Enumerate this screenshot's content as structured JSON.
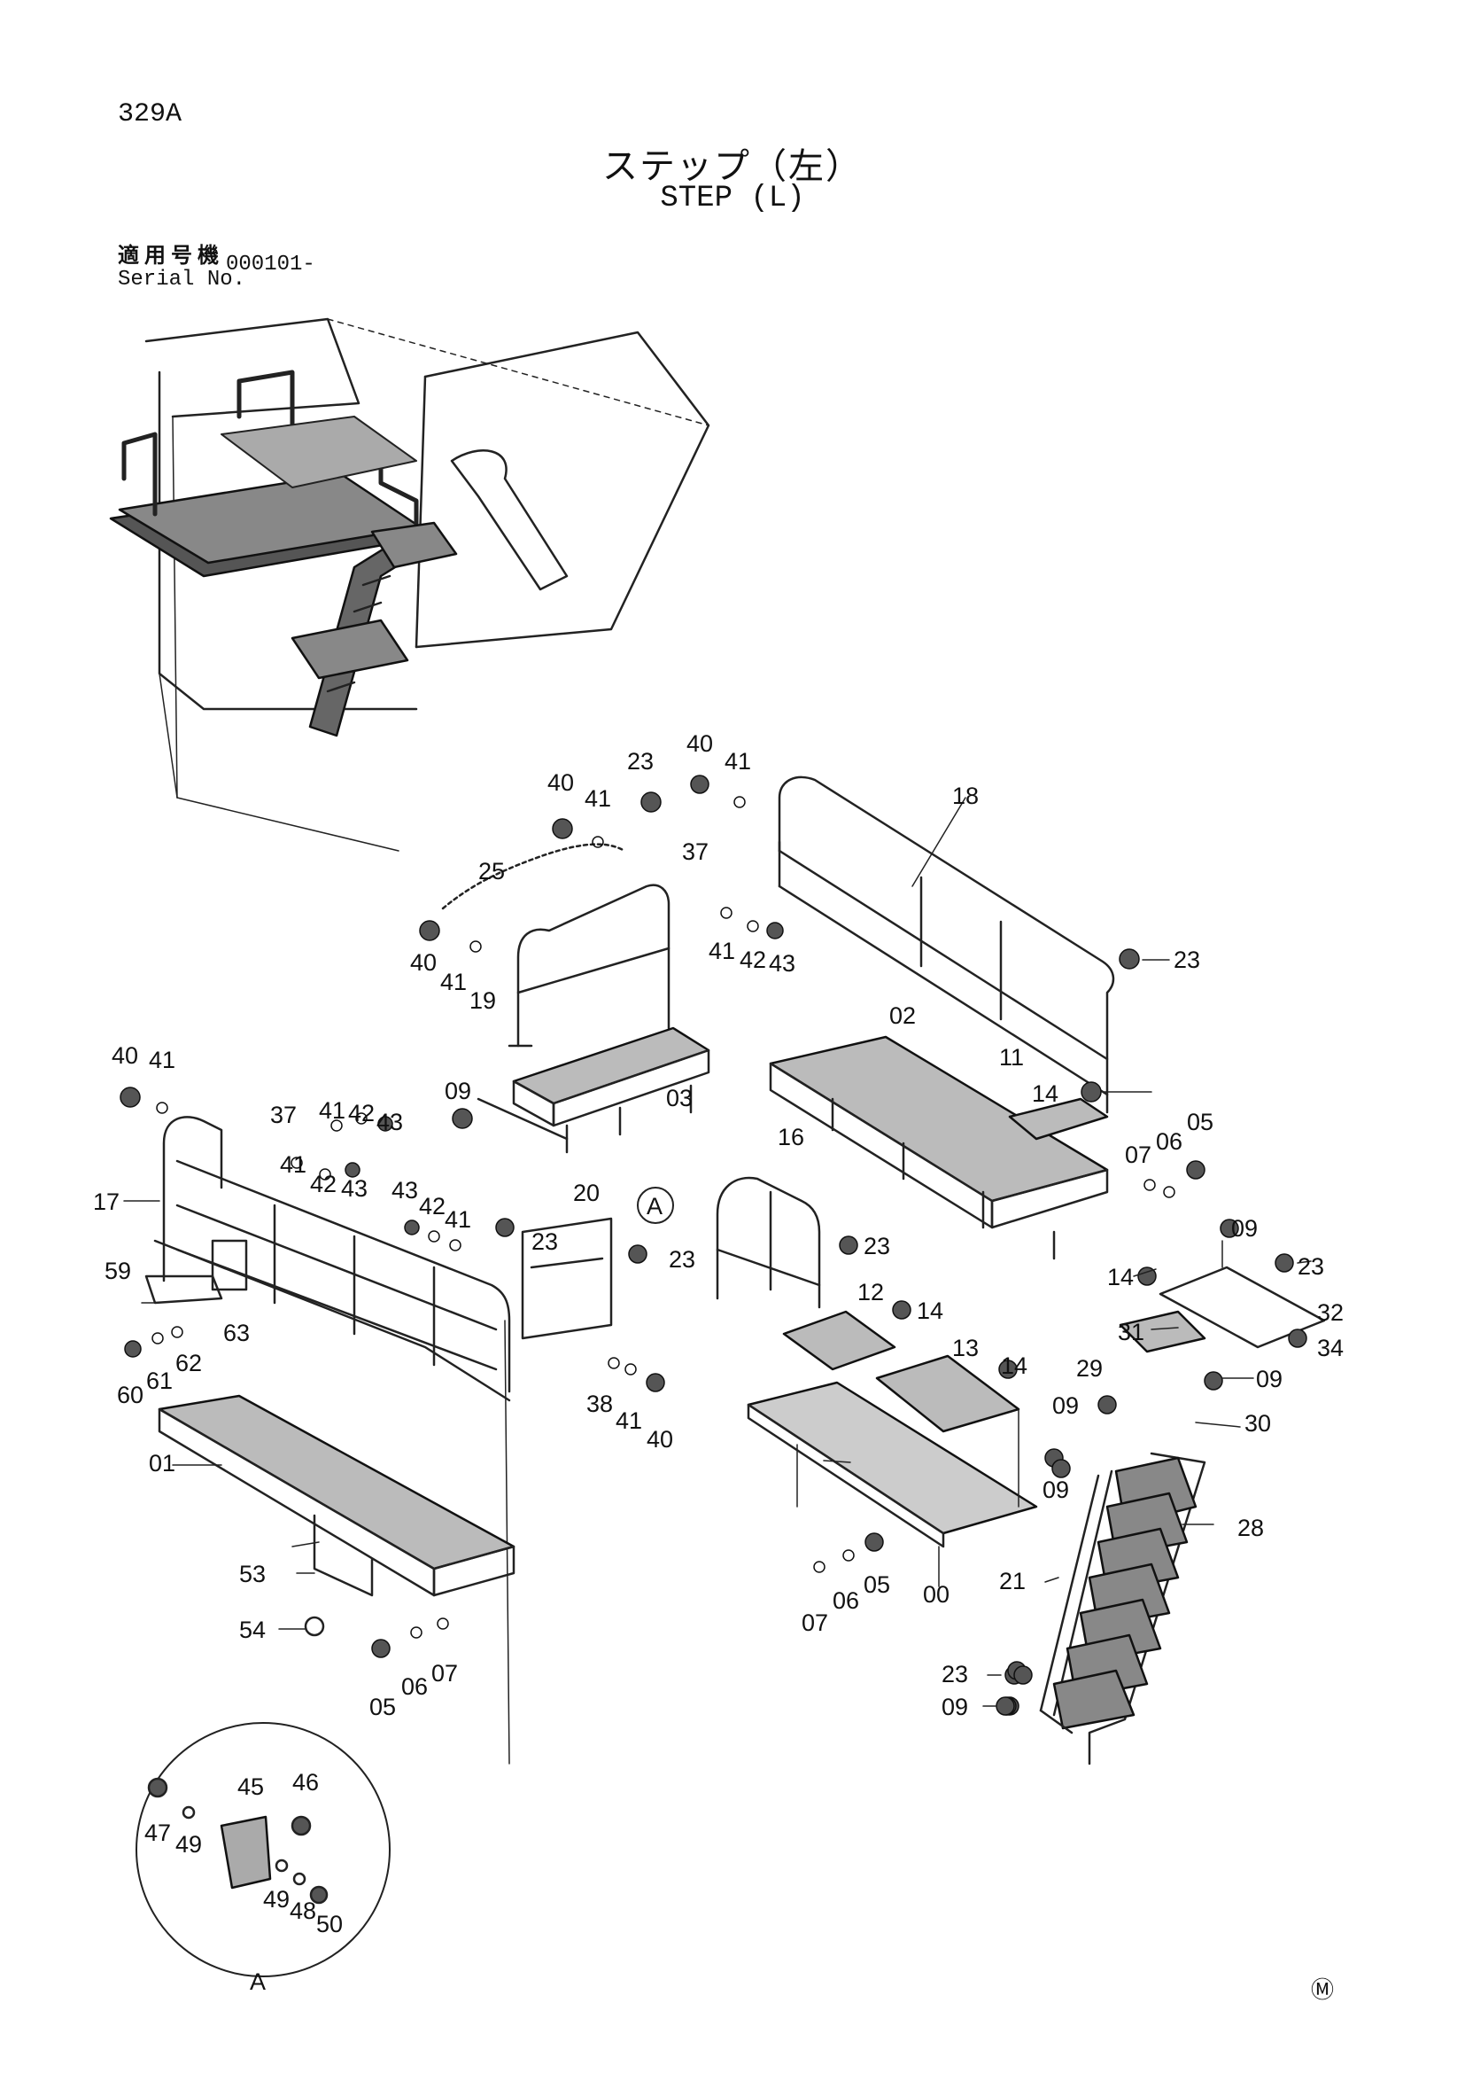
{
  "page_number": "329A",
  "title_jp": "ステップ（左）",
  "title_en": "STEP (L)",
  "serial_label_jp": "適用号機",
  "serial_label_en": "Serial No.",
  "serial_value": "000101-",
  "footer_mark": "Ⓜ",
  "detail_label": "A",
  "callouts": [
    {
      "id": "c-40a",
      "text": "40"
    },
    {
      "id": "c-41a",
      "text": "41"
    },
    {
      "id": "c-23a",
      "text": "23"
    },
    {
      "id": "c-40b",
      "text": "40"
    },
    {
      "id": "c-41b",
      "text": "41"
    },
    {
      "id": "c-18",
      "text": "18"
    },
    {
      "id": "c-37a",
      "text": "37"
    },
    {
      "id": "c-25",
      "text": "25"
    },
    {
      "id": "c-41c",
      "text": "41"
    },
    {
      "id": "c-42a",
      "text": "42"
    },
    {
      "id": "c-43a",
      "text": "43"
    },
    {
      "id": "c-40c",
      "text": "40"
    },
    {
      "id": "c-41d",
      "text": "41"
    },
    {
      "id": "c-19",
      "text": "19"
    },
    {
      "id": "c-23b",
      "text": "23"
    },
    {
      "id": "c-09a",
      "text": "09"
    },
    {
      "id": "c-03",
      "text": "03"
    },
    {
      "id": "c-02",
      "text": "02"
    },
    {
      "id": "c-11",
      "text": "11"
    },
    {
      "id": "c-14a",
      "text": "14"
    },
    {
      "id": "c-40d",
      "text": "40"
    },
    {
      "id": "c-41e",
      "text": "41"
    },
    {
      "id": "c-37b",
      "text": "37"
    },
    {
      "id": "c-41f",
      "text": "41"
    },
    {
      "id": "c-42b",
      "text": "42"
    },
    {
      "id": "c-43b",
      "text": "43"
    },
    {
      "id": "c-41g",
      "text": "41"
    },
    {
      "id": "c-42c",
      "text": "42"
    },
    {
      "id": "c-43c",
      "text": "43"
    },
    {
      "id": "c-16",
      "text": "16"
    },
    {
      "id": "c-07a",
      "text": "07"
    },
    {
      "id": "c-06a",
      "text": "06"
    },
    {
      "id": "c-05a",
      "text": "05"
    },
    {
      "id": "c-17",
      "text": "17"
    },
    {
      "id": "c-20",
      "text": "20"
    },
    {
      "id": "c-43d",
      "text": "43"
    },
    {
      "id": "c-42d",
      "text": "42"
    },
    {
      "id": "c-41h",
      "text": "41"
    },
    {
      "id": "c-23c",
      "text": "23"
    },
    {
      "id": "c-23d",
      "text": "23"
    },
    {
      "id": "c-23e",
      "text": "23"
    },
    {
      "id": "c-09b",
      "text": "09"
    },
    {
      "id": "c-23f",
      "text": "23"
    },
    {
      "id": "c-14b",
      "text": "14"
    },
    {
      "id": "c-32",
      "text": "32"
    },
    {
      "id": "c-59",
      "text": "59"
    },
    {
      "id": "c-63",
      "text": "63"
    },
    {
      "id": "c-12",
      "text": "12"
    },
    {
      "id": "c-14c",
      "text": "14"
    },
    {
      "id": "c-31",
      "text": "31"
    },
    {
      "id": "c-34",
      "text": "34"
    },
    {
      "id": "c-60",
      "text": "60"
    },
    {
      "id": "c-61",
      "text": "61"
    },
    {
      "id": "c-62",
      "text": "62"
    },
    {
      "id": "c-38",
      "text": "38"
    },
    {
      "id": "c-41i",
      "text": "41"
    },
    {
      "id": "c-40e",
      "text": "40"
    },
    {
      "id": "c-13",
      "text": "13"
    },
    {
      "id": "c-14d",
      "text": "14"
    },
    {
      "id": "c-29",
      "text": "29"
    },
    {
      "id": "c-09c",
      "text": "09"
    },
    {
      "id": "c-09d",
      "text": "09"
    },
    {
      "id": "c-30",
      "text": "30"
    },
    {
      "id": "c-01",
      "text": "01"
    },
    {
      "id": "c-09e",
      "text": "09"
    },
    {
      "id": "c-28",
      "text": "28"
    },
    {
      "id": "c-53",
      "text": "53"
    },
    {
      "id": "c-07b",
      "text": "07"
    },
    {
      "id": "c-06b",
      "text": "06"
    },
    {
      "id": "c-05b",
      "text": "05"
    },
    {
      "id": "c-00",
      "text": "00"
    },
    {
      "id": "c-21",
      "text": "21"
    },
    {
      "id": "c-54",
      "text": "54"
    },
    {
      "id": "c-05c",
      "text": "05"
    },
    {
      "id": "c-06c",
      "text": "06"
    },
    {
      "id": "c-07c",
      "text": "07"
    },
    {
      "id": "c-23g",
      "text": "23"
    },
    {
      "id": "c-09f",
      "text": "09"
    },
    {
      "id": "c-47",
      "text": "47"
    },
    {
      "id": "c-49a",
      "text": "49"
    },
    {
      "id": "c-45",
      "text": "45"
    },
    {
      "id": "c-46",
      "text": "46"
    },
    {
      "id": "c-49b",
      "text": "49"
    },
    {
      "id": "c-48",
      "text": "48"
    },
    {
      "id": "c-50",
      "text": "50"
    }
  ]
}
